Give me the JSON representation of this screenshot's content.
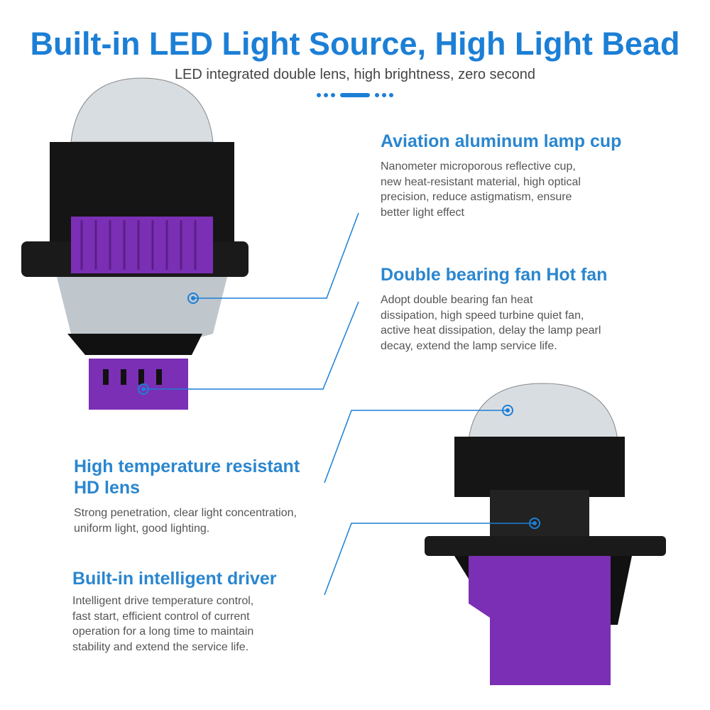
{
  "header": {
    "title": "Built-in LED Light Source, High Light Bead",
    "subtitle": "LED integrated double lens, high brightness, zero second"
  },
  "features": [
    {
      "title": "Aviation aluminum lamp cup",
      "lines": [
        "Nanometer microporous reflective cup,",
        "new heat-resistant material, high optical",
        "precision, reduce astigmatism, ensure",
        "better light effect"
      ]
    },
    {
      "title": "Double bearing fan Hot fan",
      "lines": [
        "Adopt double bearing fan heat",
        "dissipation, high speed turbine quiet fan,",
        "active heat dissipation, delay the lamp pearl",
        "decay, extend the lamp service life."
      ]
    },
    {
      "title_lines": [
        "High temperature resistant",
        "HD lens"
      ],
      "lines": [
        "Strong penetration, clear light concentration,",
        "uniform light, good lighting."
      ]
    },
    {
      "title": "Built-in intelligent driver",
      "lines": [
        "Intelligent drive temperature control,",
        "fast start, efficient control of current",
        "operation for a long time to maintain",
        "stability and extend the service life."
      ]
    }
  ],
  "colors": {
    "accent": "#1c7fd6",
    "heading": "#2a86cf",
    "purple": "#7b2fb5",
    "black": "#151515"
  }
}
